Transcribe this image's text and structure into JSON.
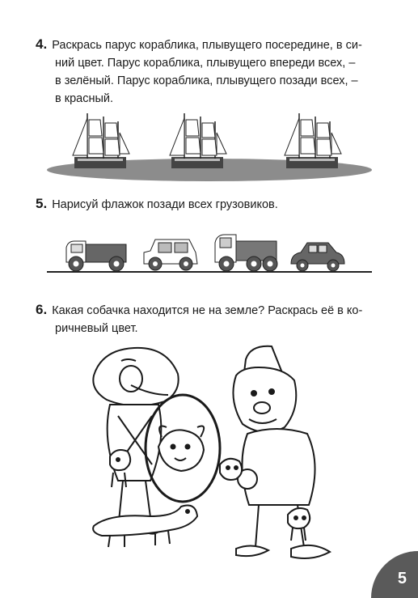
{
  "tasks": [
    {
      "number": "4.",
      "lines": [
        "Раскрась парус кораблика, плывущего посередине, в си-",
        "ний цвет. Парус кораблика, плывущего впереди всех, –",
        "в зелёный. Парус кораблика, плывущего позади всех, –",
        "в красный."
      ]
    },
    {
      "number": "5.",
      "lines": [
        "Нарисуй флажок позади всех грузовиков."
      ]
    },
    {
      "number": "6.",
      "lines": [
        "Какая собачка находится не на земле? Раскрась её в ко-",
        "ричневый цвет."
      ]
    }
  ],
  "page_number": "5",
  "illustrations": {
    "ships": [
      "sailing-ship",
      "sailing-ship",
      "sailing-ship"
    ],
    "vehicles": [
      "truck",
      "jeep",
      "dump-truck",
      "car"
    ],
    "scene": [
      "jester",
      "hoop",
      "dog-in-hoop",
      "clown",
      "puppy",
      "dachshund",
      "small-dog"
    ]
  }
}
